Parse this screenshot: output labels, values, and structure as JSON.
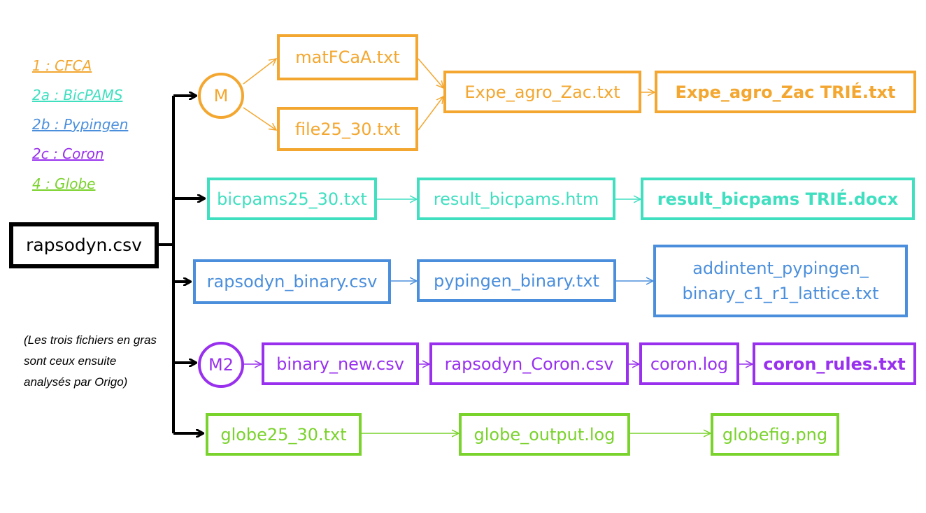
{
  "colors": {
    "cfca": "#f3a730",
    "bicpams": "#40dfc0",
    "pypingen": "#4b8fdc",
    "coron": "#9830ee",
    "globe": "#7ad22c",
    "source": "#000000"
  },
  "legend": {
    "cfca": "1 : CFCA",
    "bicpams": "2a : BicPAMS",
    "pypingen": "2b : Pypingen",
    "coron": "2c : Coron",
    "globe": "4 : Globe"
  },
  "source_file": "rapsodyn.csv",
  "note": "(Les trois fichiers en gras sont ceux ensuite analysés par Origo)",
  "cfca": {
    "node": "M",
    "file1": "matFCaA.txt",
    "file2": "file25_30.txt",
    "merged": "Expe_agro_Zac.txt",
    "sorted": "Expe_agro_Zac TRIÉ.txt"
  },
  "bicpams": {
    "input": "bicpams25_30.txt",
    "result": "result_bicpams.htm",
    "sorted": "result_bicpams TRIÉ.docx"
  },
  "pypingen": {
    "binary": "rapsodyn_binary.csv",
    "txt": "pypingen_binary.txt",
    "lattice": "addintent_pypingen_ binary_c1_r1_lattice.txt"
  },
  "coron": {
    "node": "M2",
    "binary": "binary_new.csv",
    "csv": "rapsodyn_Coron.csv",
    "log": "coron.log",
    "rules": "coron_rules.txt"
  },
  "globe": {
    "input": "globe25_30.txt",
    "output": "globe_output.log",
    "fig": "globefig.png"
  }
}
